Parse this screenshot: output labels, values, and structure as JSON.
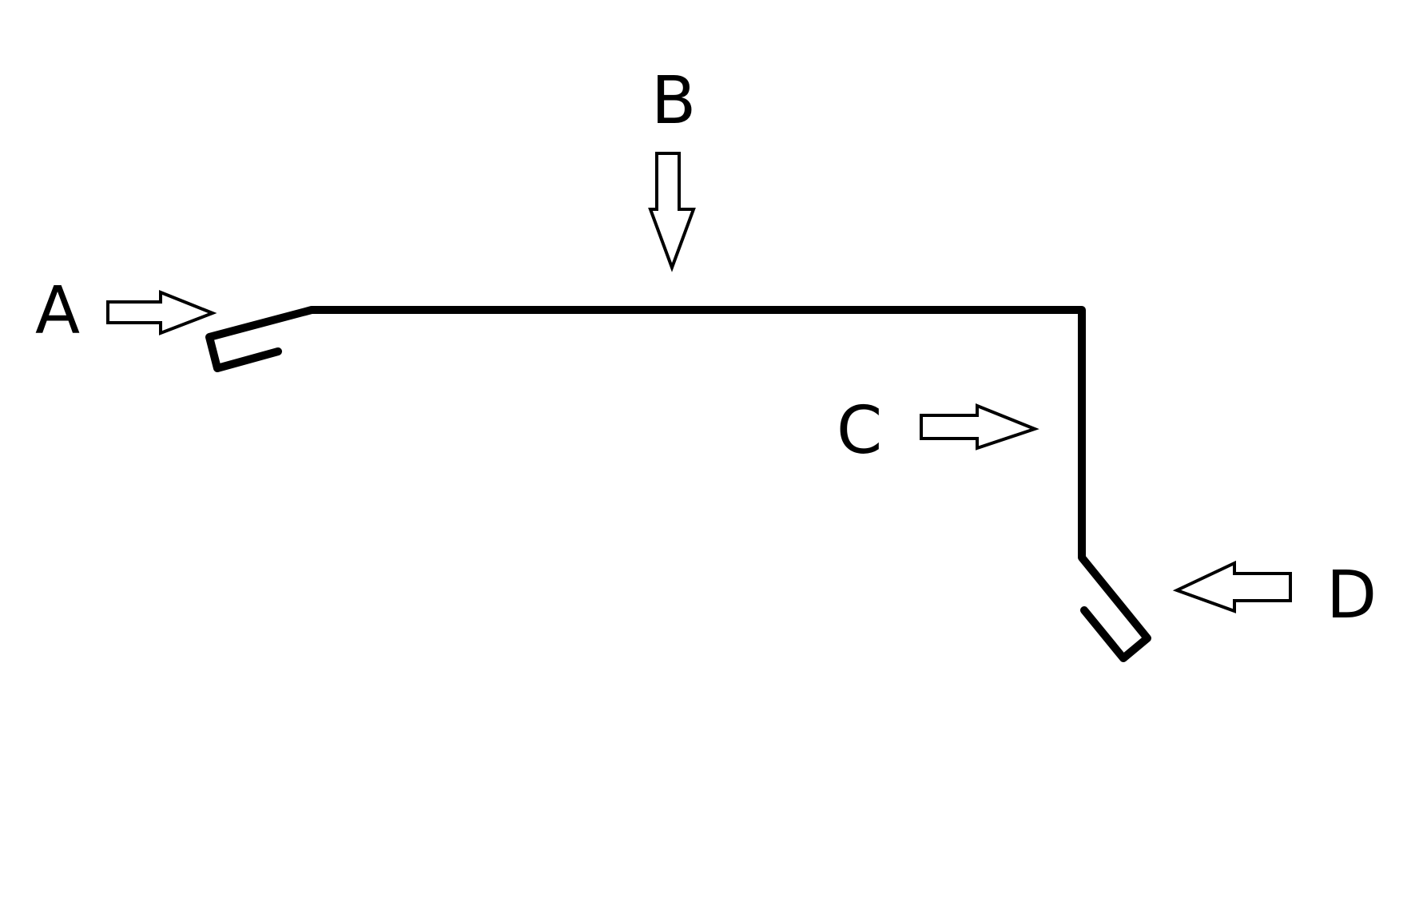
{
  "diagram": {
    "type": "bent sheet profile with labeled direction arrows",
    "colors": {
      "stroke": "#000000",
      "background": "#ffffff",
      "arrow_fill": "#ffffff"
    },
    "labels": {
      "a": "A",
      "b": "B",
      "c": "C",
      "d": "D"
    },
    "arrows": [
      {
        "label": "A",
        "direction": "right"
      },
      {
        "label": "B",
        "direction": "down"
      },
      {
        "label": "C",
        "direction": "right"
      },
      {
        "label": "D",
        "direction": "left"
      }
    ],
    "profile_segments": [
      "left hem (A)",
      "top flat (B)",
      "vertical side (C)",
      "bottom angled hem (D)"
    ]
  }
}
